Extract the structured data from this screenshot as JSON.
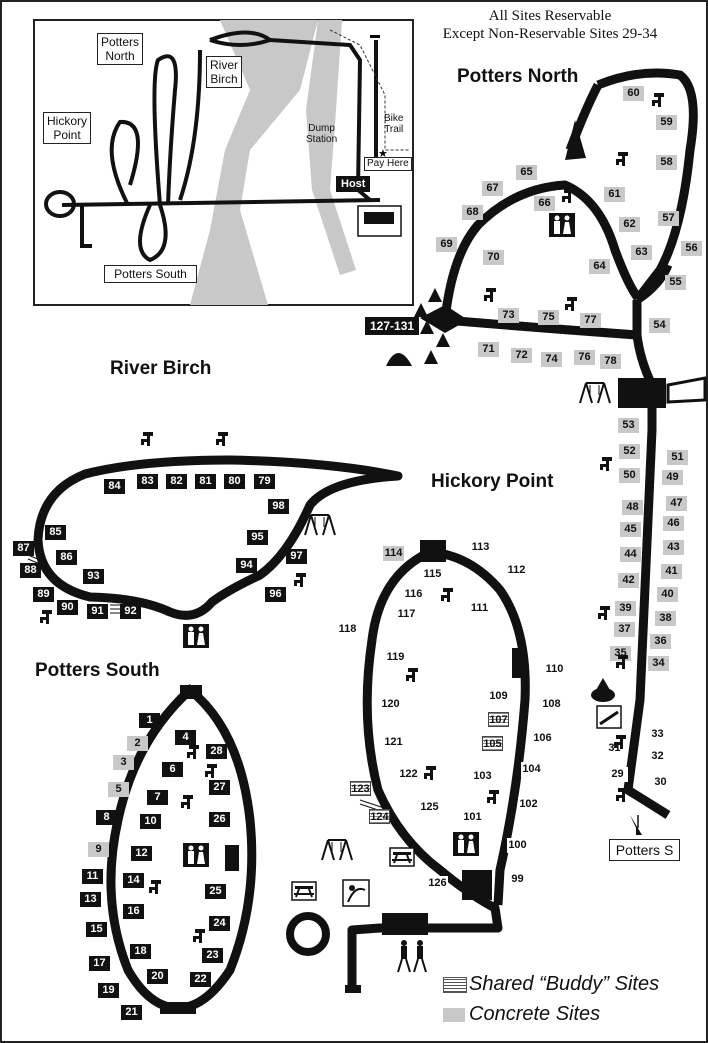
{
  "header": {
    "line1": "All Sites Reservable",
    "line2": "Except Non-Reservable Sites 29-34"
  },
  "areas": {
    "potters_north": "Potters North",
    "river_birch": "River Birch",
    "hickory_point": "Hickory Point",
    "potters_south": "Potters South"
  },
  "inset": {
    "potters_north": [
      "Potters",
      "North"
    ],
    "river_birch": [
      "River",
      "Birch"
    ],
    "hickory_point": [
      "Hickory",
      "Point"
    ],
    "potters_south": "Potters South",
    "dump_station": [
      "Dump",
      "Station"
    ],
    "bike_trail": [
      "Bike",
      "Trail"
    ],
    "pay_here": "Pay Here",
    "host": "Host"
  },
  "labels": {
    "group_sites": "127-131",
    "potters_s_exit": "Potters S"
  },
  "legend": {
    "buddy": "Shared “Buddy” Sites",
    "concrete": "Concrete Sites"
  },
  "sites": {
    "n60": "60",
    "n59": "59",
    "n58": "58",
    "n57": "57",
    "n56": "56",
    "n55": "55",
    "n54": "54",
    "n61": "61",
    "n62": "62",
    "n63": "63",
    "n64": "64",
    "n65": "65",
    "n66": "66",
    "n67": "67",
    "n68": "68",
    "n69": "69",
    "n70": "70",
    "n71": "71",
    "n72": "72",
    "n73": "73",
    "n74": "74",
    "n75": "75",
    "n76": "76",
    "n77": "77",
    "n78": "78",
    "n53": "53",
    "n52": "52",
    "n51": "51",
    "n50": "50",
    "n49": "49",
    "n48": "48",
    "n47": "47",
    "n46": "46",
    "n45": "45",
    "n44": "44",
    "n43": "43",
    "n42": "42",
    "n41": "41",
    "n40": "40",
    "n39": "39",
    "n38": "38",
    "n37": "37",
    "n36": "36",
    "n35": "35",
    "n34": "34",
    "n33": "33",
    "n32": "32",
    "n31": "31",
    "n30": "30",
    "n29": "29",
    "n84": "84",
    "n83": "83",
    "n82": "82",
    "n81": "81",
    "n80": "80",
    "n79": "79",
    "n98": "98",
    "n95": "95",
    "n97": "97",
    "n94": "94",
    "n96": "96",
    "n85": "85",
    "n86": "86",
    "n87": "87",
    "n88": "88",
    "n93": "93",
    "n89": "89",
    "n90": "90",
    "n91": "91",
    "n92": "92",
    "n114": "114",
    "n113": "113",
    "n115": "115",
    "n112": "112",
    "n116": "116",
    "n117": "117",
    "n111": "111",
    "n118": "118",
    "n110": "110",
    "n119": "119",
    "n109": "109",
    "n108": "108",
    "n107": "107",
    "n120": "120",
    "n105": "105",
    "n106": "106",
    "n121": "121",
    "n104": "104",
    "n122": "122",
    "n103": "103",
    "n123": "123",
    "n102": "102",
    "n124": "124",
    "n125": "125",
    "n101": "101",
    "n100": "100",
    "n126": "126",
    "n99": "99",
    "n1": "1",
    "n2": "2",
    "n3": "3",
    "n4": "4",
    "n5": "5",
    "n6": "6",
    "n7": "7",
    "n8": "8",
    "n9": "9",
    "n10": "10",
    "n11": "11",
    "n12": "12",
    "n13": "13",
    "n14": "14",
    "n15": "15",
    "n16": "16",
    "n17": "17",
    "n18": "18",
    "n19": "19",
    "n20": "20",
    "n21": "21",
    "n22": "22",
    "n23": "23",
    "n24": "24",
    "n25": "25",
    "n26": "26",
    "n27": "27",
    "n28": "28"
  },
  "colors": {
    "road": "#111111",
    "river": "#c8c8c8",
    "concrete": "#c8c8c8",
    "dark_site": "#111111"
  },
  "icons": [
    "water-spigot-icon",
    "restroom-icon",
    "playground-icon",
    "tent-icon",
    "picnic-table-icon",
    "hikers-icon",
    "boat-ramp-icon",
    "amphitheater-icon",
    "rv-icon"
  ]
}
